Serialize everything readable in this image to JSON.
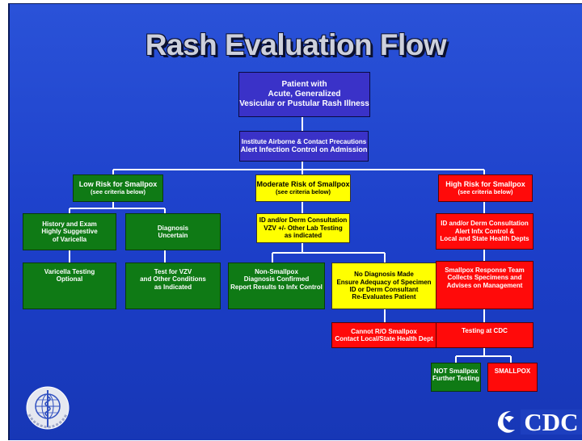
{
  "title": "Rash Evaluation Flow",
  "nodes": {
    "patient": [
      "Patient with",
      "Acute, Generalized",
      "Vesicular or Pustular Rash Illness"
    ],
    "institute": [
      "Institute Airborne & Contact Precautions",
      "Alert Infection Control on Admission"
    ],
    "low_risk": [
      "Low Risk for Smallpox",
      "(see criteria below)"
    ],
    "moderate_risk": [
      "Moderate Risk of Smallpox",
      "(see criteria below)"
    ],
    "high_risk": [
      "High Risk for Smallpox",
      "(see criteria below)"
    ],
    "history_exam": [
      "History and Exam",
      "Highly Suggestive",
      "of Varicella"
    ],
    "diagnosis_uncertain": [
      "Diagnosis",
      "Uncertain"
    ],
    "id_derm_mod": [
      "ID and/or Derm Consultation",
      "VZV +/- Other Lab Testing",
      "as indicated"
    ],
    "id_derm_high": [
      "ID and/or Derm Consultation",
      "Alert Infx Control &",
      "Local and State Health Depts"
    ],
    "varicella_testing": [
      "Varicella Testing",
      "Optional"
    ],
    "test_vzv": [
      "Test for VZV",
      "and Other Conditions",
      "as Indicated"
    ],
    "non_smallpox": [
      "Non-Smallpox",
      "Diagnosis Confirmed",
      "Report Results to Infx Control"
    ],
    "no_diagnosis": [
      "No Diagnosis Made",
      "Ensure Adequacy of Specimen",
      "ID or Derm Consultant",
      "Re-Evaluates Patient"
    ],
    "response_team": [
      "Smallpox Response Team",
      "Collects Specimens and",
      "Advises on Management"
    ],
    "cannot_ro": [
      "Cannot R/O Smallpox",
      "Contact Local/State Health Dept"
    ],
    "testing_cdc": [
      "Testing at CDC"
    ],
    "not_smallpox": [
      "NOT Smallpox",
      "Further Testing"
    ],
    "smallpox": [
      "SMALLPOX"
    ]
  },
  "logos": {
    "right": "CDC"
  },
  "colors": {
    "background": "#1f44cc",
    "blue": "#3a32c8",
    "green": "#0f7a15",
    "yellow": "#ffff00",
    "red": "#ff0a0a",
    "connector": "#ffffff"
  },
  "icons": {
    "left_logo": "who-emblem-icon",
    "right_logo": "cdc-hhs-eagle-icon"
  }
}
